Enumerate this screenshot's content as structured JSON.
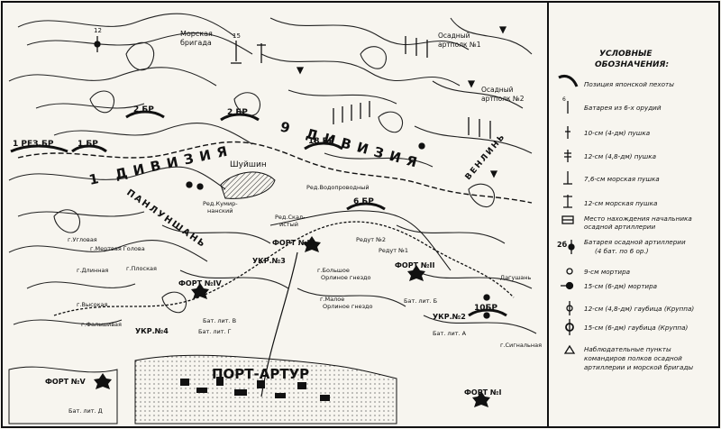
{
  "legend": {
    "title_line1": "УСЛОВНЫЕ",
    "title_line2": "ОБОЗНАЧЕНИЯ:",
    "items": [
      {
        "icon": "artillery-position-icon",
        "text": "Позиция японской пехоты"
      },
      {
        "icon": "battery-6-guns-icon",
        "text": "Батарея из 6-х орудий"
      },
      {
        "icon": "cannon-10cm-icon",
        "text": "10-см (4-дм) пушка"
      },
      {
        "icon": "cannon-12cm-icon",
        "text": "12-см (4,8-дм) пушка"
      },
      {
        "icon": "naval-gun-75-icon",
        "text": "7,6-см морская пушка"
      },
      {
        "icon": "naval-gun-12-icon",
        "text": "12-см морская пушка"
      },
      {
        "icon": "command-post-icon",
        "text": "Место нахождения начальника"
      },
      {
        "icon": "",
        "text": "осадной артиллерии"
      },
      {
        "icon": "siege-battery-icon",
        "text": "Батарея осадной артиллерии"
      },
      {
        "icon": "",
        "text": "(4 бат. по 6 ор.)"
      },
      {
        "icon": "mortar-9cm-icon",
        "text": "9-см мортира"
      },
      {
        "icon": "mortar-15cm-icon",
        "text": "15-см (6-дм) мортира"
      },
      {
        "icon": "howitzer-12cm-icon",
        "text": "12-см (4,8-дм) гаубица (Круппа)"
      },
      {
        "icon": "howitzer-15cm-icon",
        "text": "15-см (6-дм) гаубица (Круппа)"
      },
      {
        "icon": "observation-post-icon",
        "text": "Наблюдательные пункты"
      },
      {
        "icon": "",
        "text": "командиров полков осадной"
      },
      {
        "icon": "",
        "text": "артиллерии и морской бригады"
      }
    ],
    "numbers": {
      "siege": "2б"
    }
  },
  "map": {
    "city": "ПОРТ-АРТУР",
    "division": "9 ДИВИЗИЯ",
    "division2": "1 ДИВИЗИЯ",
    "units": {
      "reserve": "1 РЕЗ.БР",
      "b1": "1 БР",
      "b2a": "2 БР",
      "b2b": "2 БР",
      "b18": "18 БР",
      "b6": "6 БР",
      "b10": "10БР",
      "naval": "Морская",
      "naval2": "бригада",
      "n15": "15",
      "n12": "12",
      "siege1": "Осадный",
      "siege1b": "артполк №1",
      "siege2": "Осадный",
      "siege2b": "артполк №2"
    },
    "places": {
      "shuishin": "Шуйшин",
      "red_vodo": "Ред.Водопроводный",
      "red_kumir": "Ред.Кумир-",
      "red_kumir2": "нанский",
      "red_skal": "Ред.Скал-",
      "red_skal2": "истый",
      "fort3": "ФОРТ №III",
      "fort2": "ФОРТ №II",
      "fort4": "ФОРТ №IV",
      "fort5": "ФОРТ №V",
      "fort1": "ФОРТ №I",
      "ukr3": "УКР.№3",
      "ukr2": "УКР.№2",
      "ukr4": "УКР.№4",
      "red1": "Редут №1",
      "red2": "Редут №2",
      "big_orl": "г.Большое",
      "big_orl2": "Орлиное гнездо",
      "small_orl": "г.Малое",
      "small_orl2": "Орлиное гнездо",
      "bat_b": "Бат. лит. Б",
      "bat_v": "Бат. лит. В",
      "bat_g": "Бат. лит. Г",
      "bat_a": "Бат. лит. А",
      "bat_d": "Бат. лит. Д",
      "mt_vodo": "г.Угловая",
      "mt_mertv": "г.Мертвая Голова",
      "mt_dlinnaya": "г.Длинная",
      "mt_plosk": "г.Плоская",
      "mt_vysokaya": "г.Высокая",
      "mt_fal": "г.Фальшивая",
      "dagushan": "Дагушань",
      "gora_s": "г.Сигнальная",
      "panlun": "ПАНЛУНШАНЬ",
      "panlun2": "ВЕНЛИНЬ"
    }
  }
}
